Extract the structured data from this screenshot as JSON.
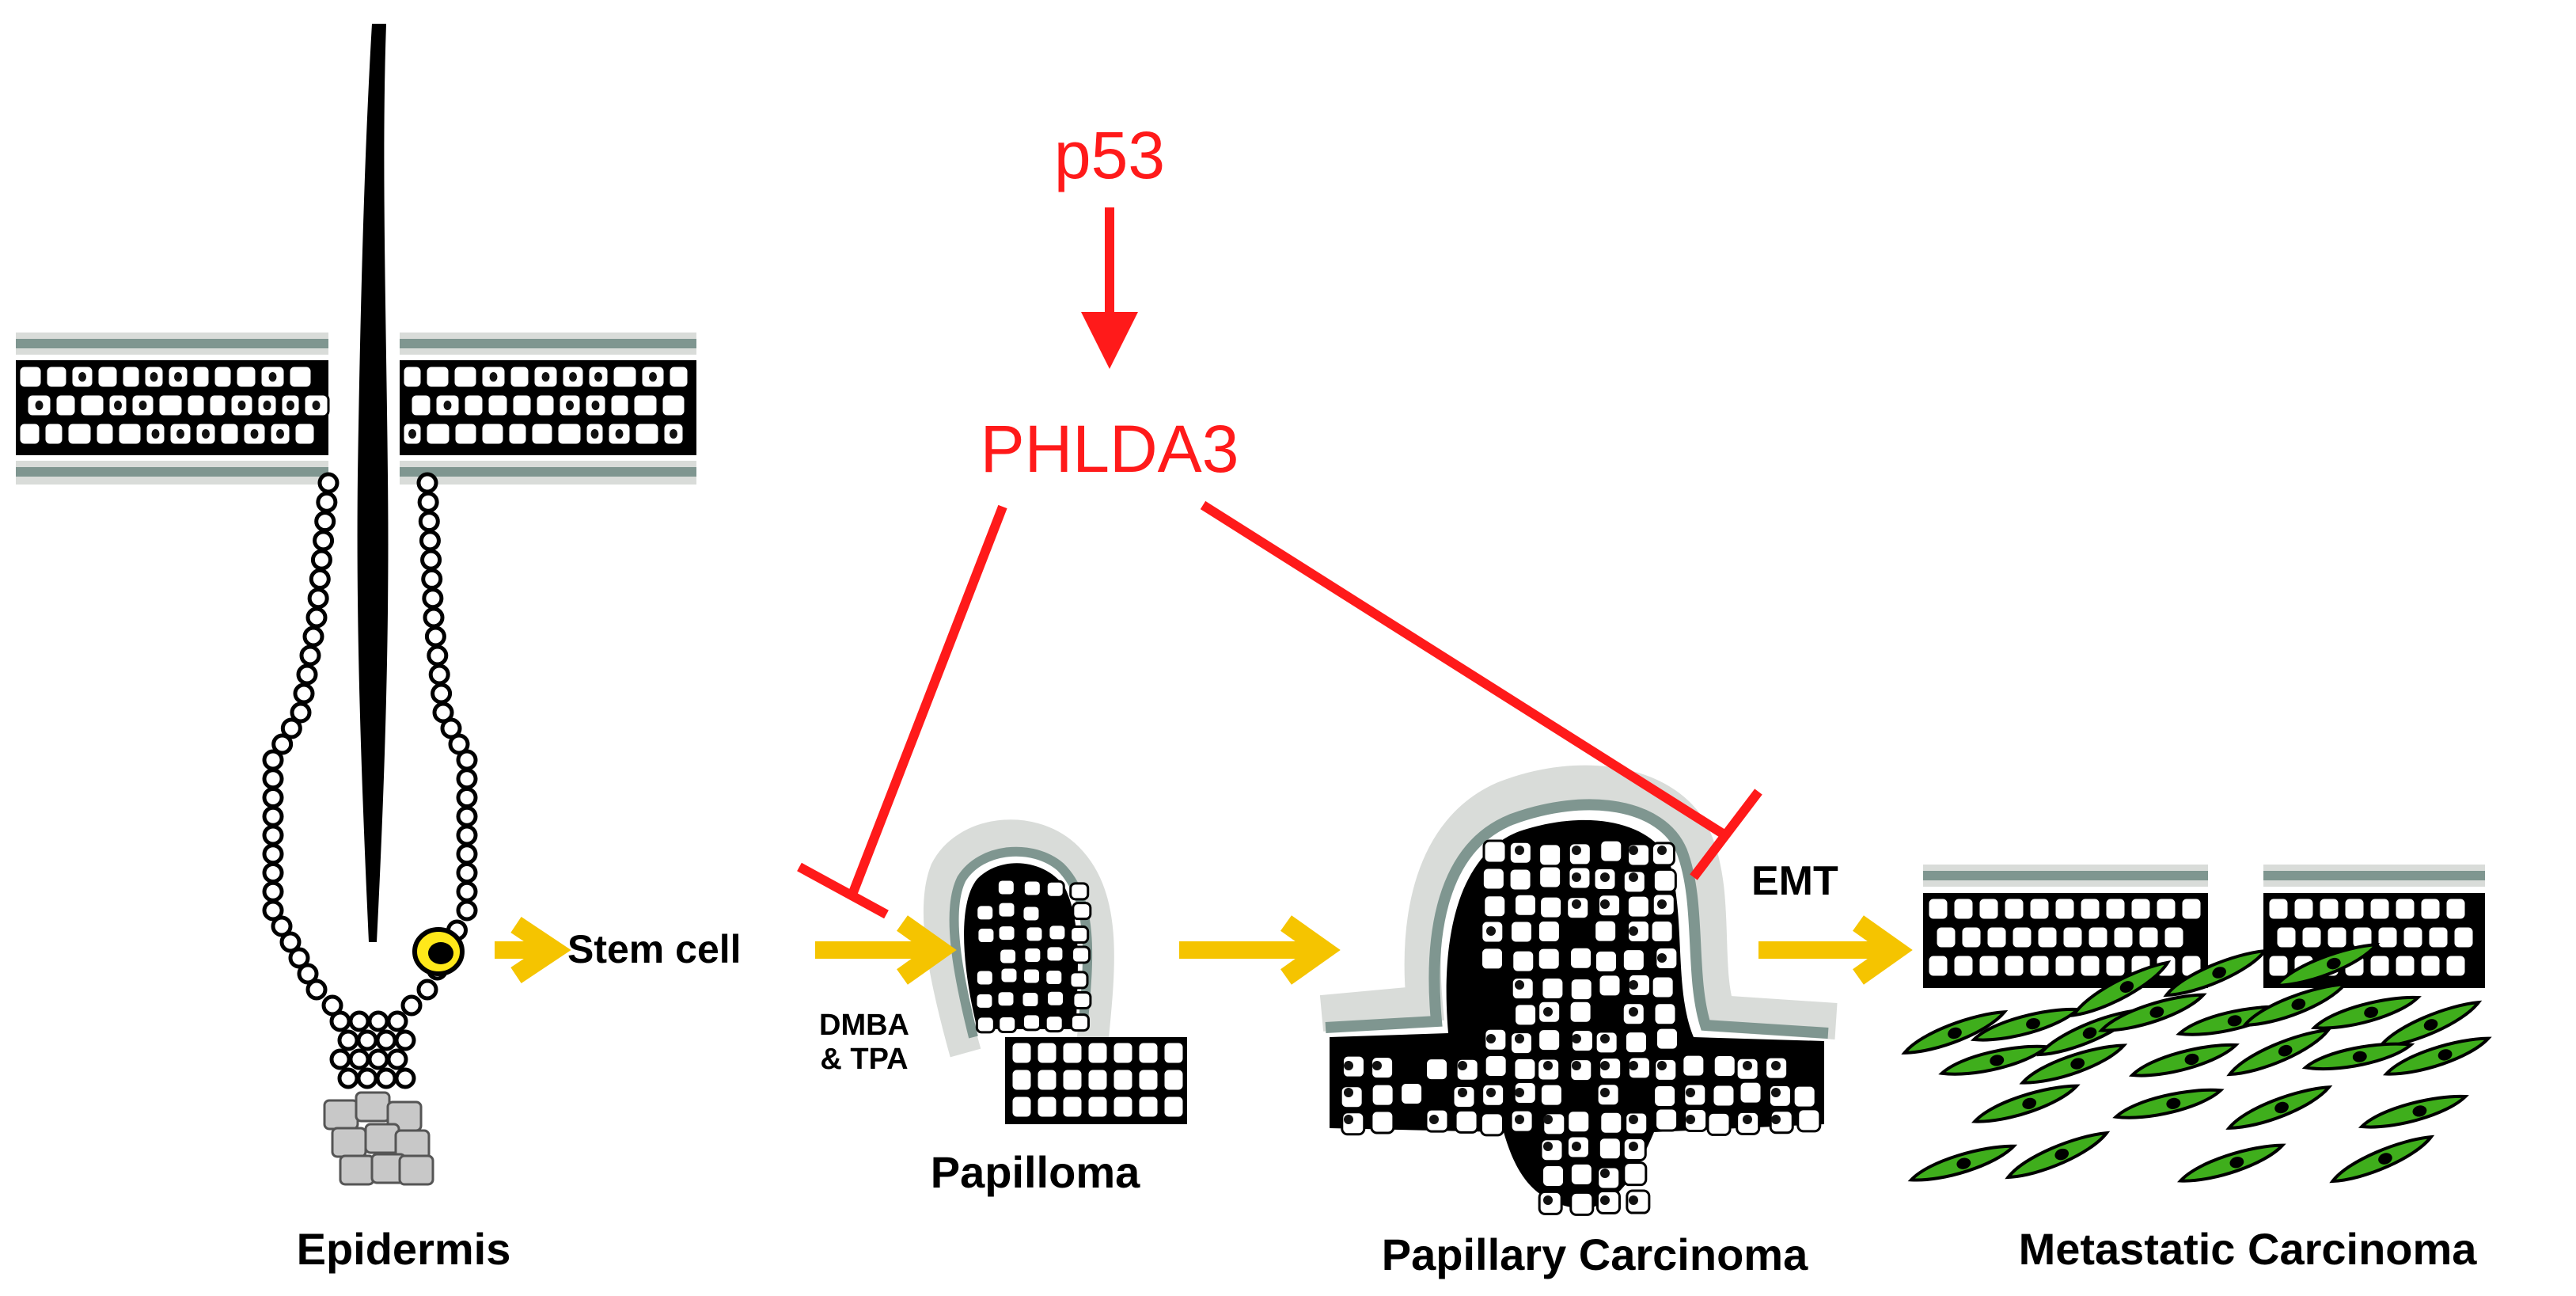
{
  "colors": {
    "regulator": "#ff1a1a",
    "progression_arrow": "#f5c400",
    "cell_fill": "#ffffff",
    "cell_stroke": "#000000",
    "cell_nucleus": "#111111",
    "stroma": "#7f9690",
    "stroma_light": "#d9dcd9",
    "stem_cell": "#ffe81a",
    "hair_bulb": "#c8c8c8",
    "mesenchymal_cell": "#3fae1c",
    "label_text": "#000000"
  },
  "regulators": {
    "p53": "p53",
    "phlda3": "PHLDA3"
  },
  "labels": {
    "stem_cell": "Stem cell",
    "treatment": [
      "DMBA",
      "& TPA"
    ],
    "emt": "EMT",
    "epidermis": "Epidermis",
    "papilloma": "Papilloma",
    "papillary_carcinoma": "Papillary Carcinoma",
    "metastatic_carcinoma": "Metastatic Carcinoma"
  }
}
